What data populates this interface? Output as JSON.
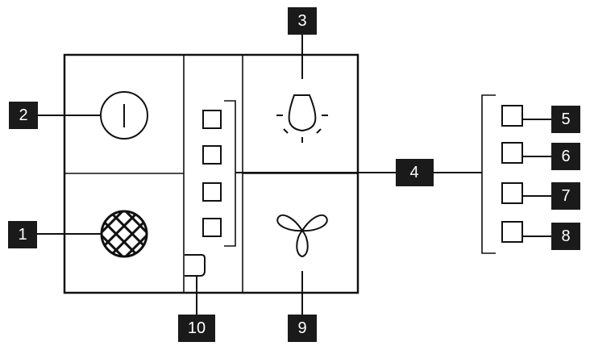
{
  "callouts": {
    "c1": "1",
    "c2": "2",
    "c3": "3",
    "c4": "4",
    "c5": "5",
    "c6": "6",
    "c7": "7",
    "c8": "8",
    "c9": "9",
    "c10": "10"
  },
  "icons": {
    "power": "power-icon",
    "grease_filter": "grease-filter-icon",
    "light": "light-bulb-icon",
    "fan": "fan-icon"
  },
  "colors": {
    "line": "#111111",
    "badge": "#1a1a1a",
    "badge_text": "#ffffff",
    "background": "#ffffff"
  }
}
